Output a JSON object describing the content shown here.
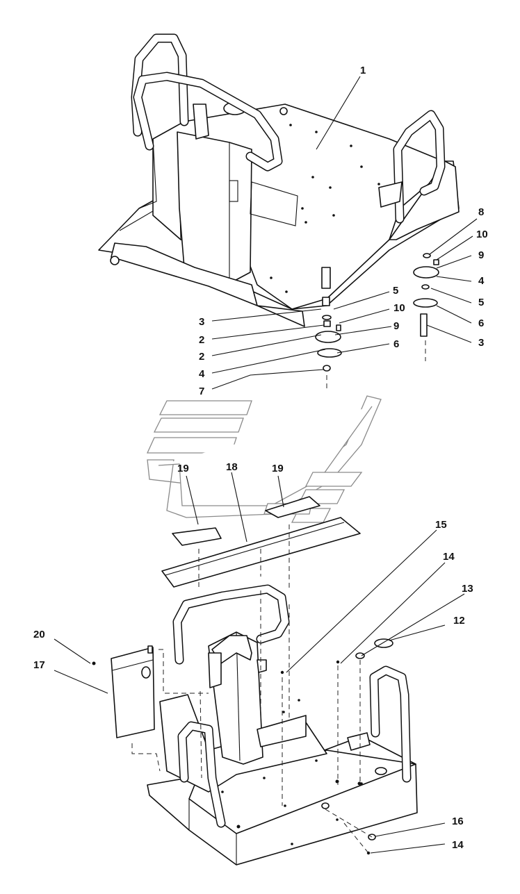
{
  "diagram": {
    "callouts": [
      {
        "id": "c1",
        "label": "1"
      },
      {
        "id": "c3a",
        "label": "3"
      },
      {
        "id": "c2a",
        "label": "2"
      },
      {
        "id": "c2b",
        "label": "2"
      },
      {
        "id": "c4a",
        "label": "4"
      },
      {
        "id": "c7",
        "label": "7"
      },
      {
        "id": "c5a",
        "label": "5"
      },
      {
        "id": "c10a",
        "label": "10"
      },
      {
        "id": "c9a",
        "label": "9"
      },
      {
        "id": "c6a",
        "label": "6"
      },
      {
        "id": "c8",
        "label": "8"
      },
      {
        "id": "c10b",
        "label": "10"
      },
      {
        "id": "c9b",
        "label": "9"
      },
      {
        "id": "c4b",
        "label": "4"
      },
      {
        "id": "c5b",
        "label": "5"
      },
      {
        "id": "c6b",
        "label": "6"
      },
      {
        "id": "c3b",
        "label": "3"
      },
      {
        "id": "c19a",
        "label": "19"
      },
      {
        "id": "c18",
        "label": "18"
      },
      {
        "id": "c19b",
        "label": "19"
      },
      {
        "id": "c15",
        "label": "15"
      },
      {
        "id": "c14a",
        "label": "14"
      },
      {
        "id": "c13",
        "label": "13"
      },
      {
        "id": "c12",
        "label": "12"
      },
      {
        "id": "c20",
        "label": "20"
      },
      {
        "id": "c17",
        "label": "17"
      },
      {
        "id": "c16",
        "label": "16"
      },
      {
        "id": "c14b",
        "label": "14"
      }
    ]
  }
}
